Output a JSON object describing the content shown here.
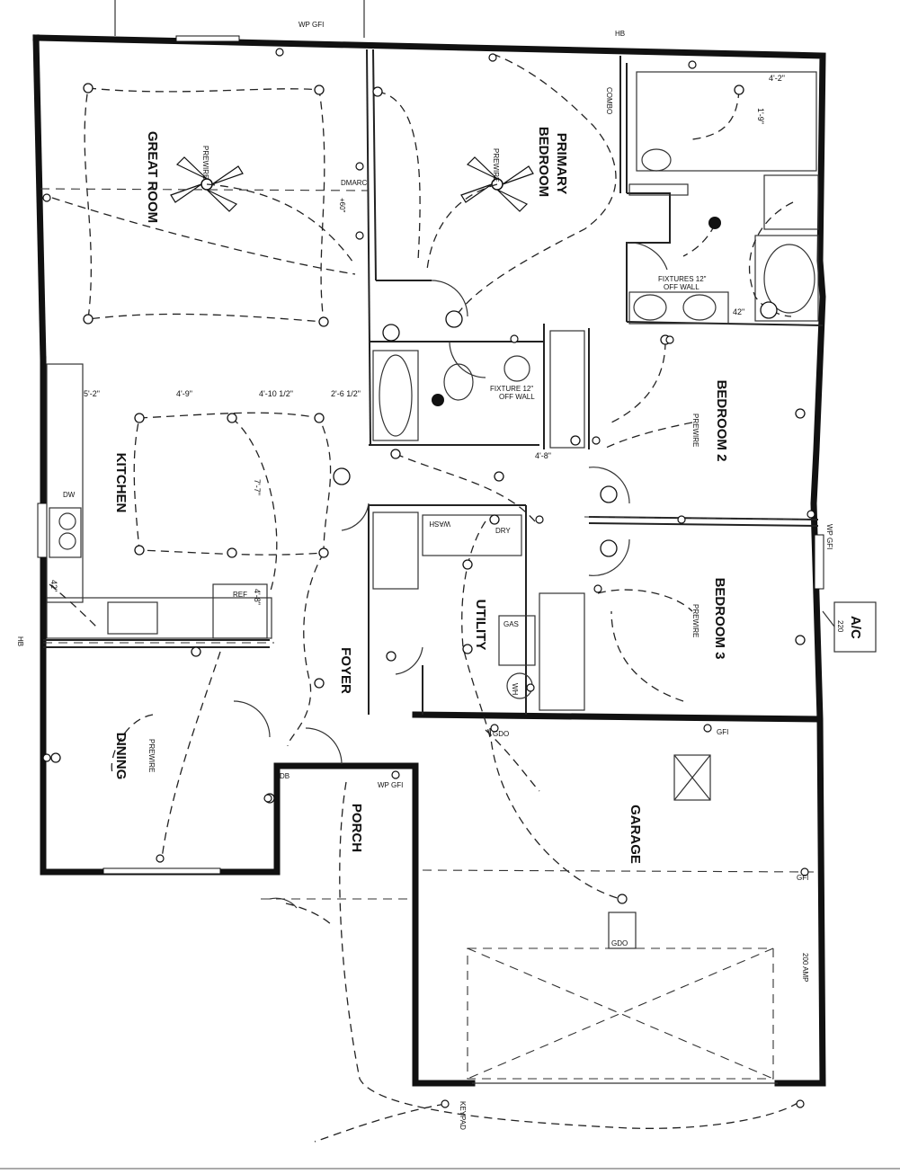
{
  "rooms": {
    "great_room": "GREAT ROOM",
    "primary_bedroom_line1": "PRIMARY",
    "primary_bedroom_line2": "BEDROOM",
    "bedroom2": "BEDROOM 2",
    "bedroom3": "BEDROOM 3",
    "kitchen": "KITCHEN",
    "dining": "DINING",
    "foyer": "FOYER",
    "utility": "UTILITY",
    "porch": "PORCH",
    "garage": "GARAGE"
  },
  "labels": {
    "wp_gfi_top": "WP GFI",
    "wp_gfi_right": "WP GFI",
    "wp_gfi_porch": "WP GFI",
    "gfi_garage": "GFI",
    "gfi_garage_right": "GFI",
    "hb_top": "HB",
    "hb_left": "HB",
    "dmarc": "DMARC",
    "plus60": "+60\"",
    "combo": "COMBO",
    "prewire_great": "PREWIRE",
    "prewire_primary": "PREWIRE",
    "prewire_bed2": "PREWIRE",
    "prewire_bed3": "PREWIRE",
    "prewire_dining": "PREWIRE",
    "fixtures_primary_1": "FIXTURES 12\"",
    "fixtures_primary_2": "OFF WALL",
    "fixture_hall_1": "FIXTURE 12\"",
    "fixture_hall_2": "OFF WALL",
    "dim_42_primary": "42\"",
    "dim_4_2": "4'-2\"",
    "dim_1_9": "1'-9\"",
    "dim_5_2": "5'-2\"",
    "dim_4_9": "4'-9\"",
    "dim_4_10_half": "4'-10 1/2\"",
    "dim_2_6_half": "2'-6 1/2\"",
    "dim_4_8": "4'-8\"",
    "dim_7_7": "7'-7\"",
    "dim_4_8_kitchen": "4'-8\"",
    "dim_42_kitchen": "42\"",
    "ref": "REF",
    "dw": "DW",
    "wash": "WASH",
    "dry": "DRY",
    "gas": "GAS",
    "wh": "WH",
    "gdo_1": "GDO",
    "gdo_2": "GDO",
    "db": "DB",
    "keypad": "KEYPAD",
    "amp200": "200 AMP",
    "ac": "A/C",
    "v220": "220"
  },
  "colors": {
    "ink": "#111111",
    "paper": "#ffffff"
  }
}
